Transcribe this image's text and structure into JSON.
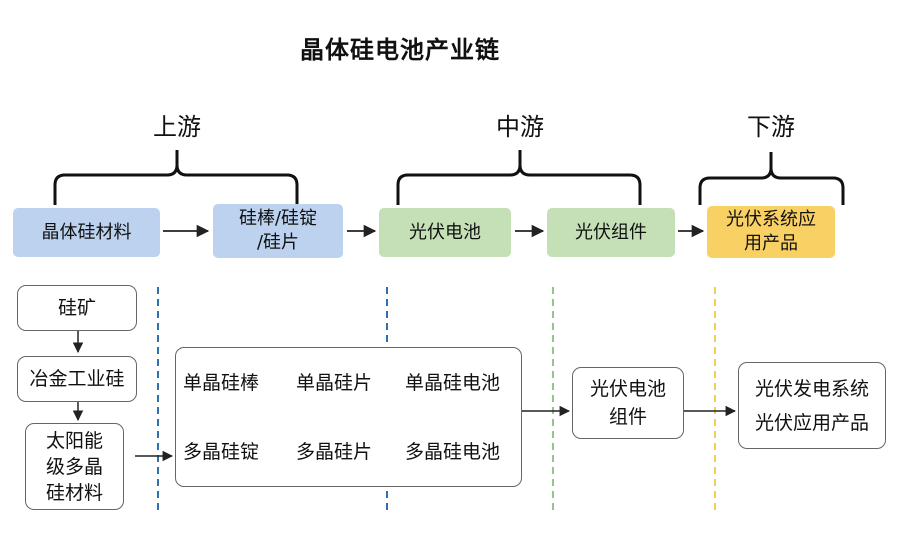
{
  "title": "晶体硅电池产业链",
  "stages": {
    "upstream": "上游",
    "midstream": "中游",
    "downstream": "下游"
  },
  "categories": {
    "crystal_silicon_material": "晶体硅材料",
    "silicon_rod_ingot_line1": "硅棒/硅锭",
    "silicon_rod_ingot_line2": "/硅片",
    "pv_cell": "光伏电池",
    "pv_module": "光伏组件",
    "pv_system_line1": "光伏系统应",
    "pv_system_line2": "用产品"
  },
  "flow": {
    "silicon_ore": "硅矿",
    "metallurgical_silicon": "冶金工业硅",
    "solar_grade_line1": "太阳能",
    "solar_grade_line2": "级多晶",
    "solar_grade_line3": "硅材料",
    "mono_chain": [
      "单晶硅棒",
      "单晶硅片",
      "单晶硅电池"
    ],
    "multi_chain": [
      "多晶硅锭",
      "多晶硅片",
      "多晶硅电池"
    ],
    "pv_cell_module_line1": "光伏电池",
    "pv_cell_module_line2": "组件",
    "pv_generation_system": "光伏发电系统",
    "pv_application_products": "光伏应用产品"
  },
  "colors": {
    "upstream_fill": "#bcd2ee",
    "midstream_fill": "#c5e0b6",
    "downstream_fill": "#f9d063",
    "upstream_divider": "#2f6fb0",
    "midstream_divider": "#8fc98a",
    "downstream_divider": "#f2cf55"
  }
}
